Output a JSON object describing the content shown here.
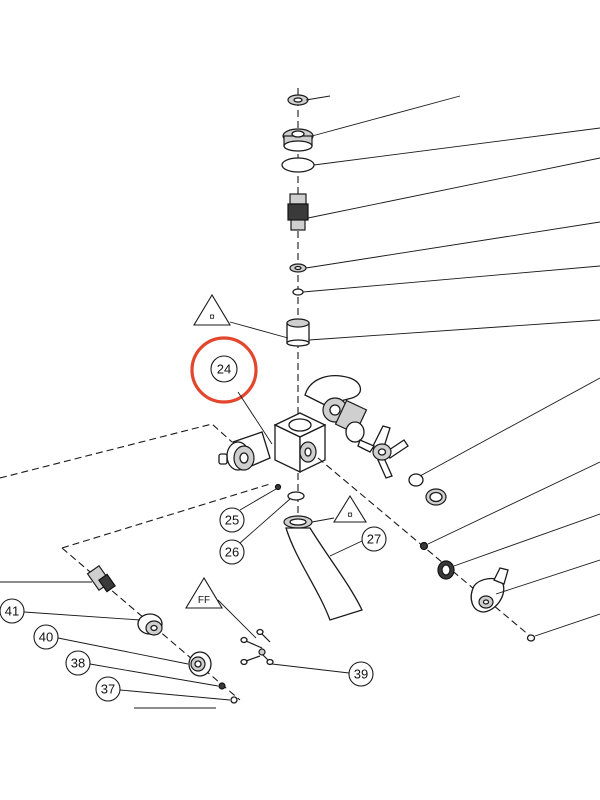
{
  "balloons": {
    "b24": "24",
    "b25": "25",
    "b26": "26",
    "b27": "27",
    "b37": "37",
    "b38": "38",
    "b39": "39",
    "b40": "40",
    "b41": "41"
  },
  "triangles": {
    "t_upper": "¤",
    "t_spout": "¤",
    "t_ff": "FF"
  },
  "highlight_color": "#e2462c"
}
